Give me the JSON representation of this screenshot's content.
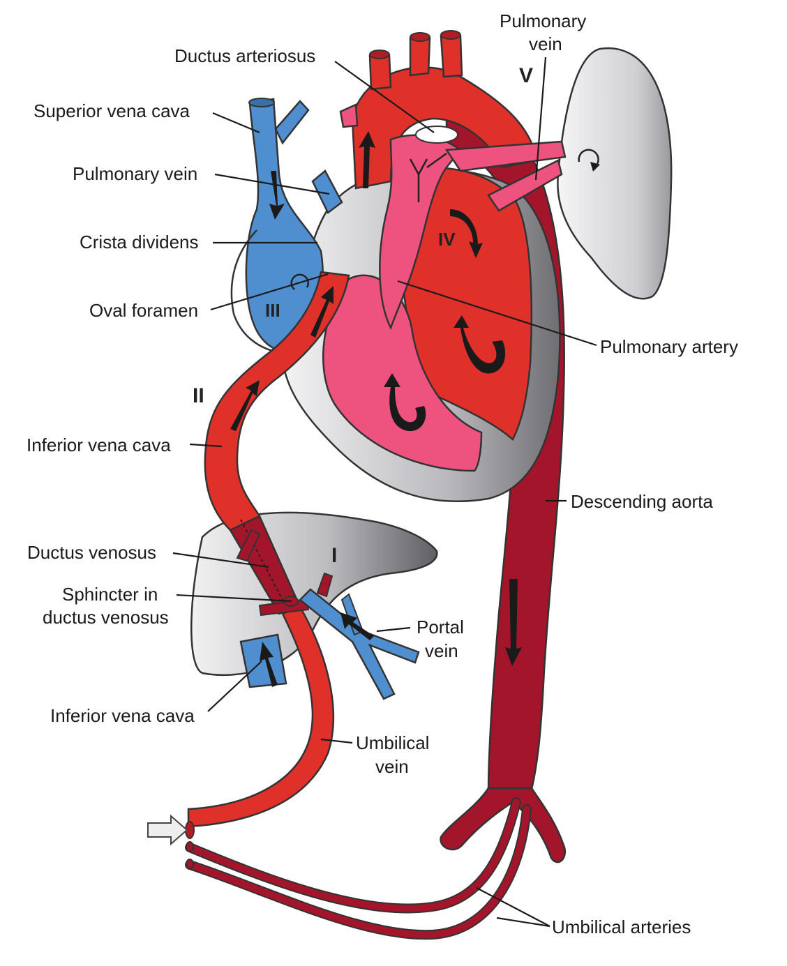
{
  "labels": {
    "ductus_arteriosus": "Ductus arteriosus",
    "pulmonary_vein_top_1": "Pulmonary",
    "pulmonary_vein_top_2": "vein",
    "superior_vena_cava": "Superior vena cava",
    "pulmonary_vein_left": "Pulmonary vein",
    "crista_dividens": "Crista dividens",
    "oval_foramen": "Oval foramen",
    "pulmonary_artery": "Pulmonary artery",
    "inferior_vena_cava_upper": "Inferior vena cava",
    "descending_aorta": "Descending aorta",
    "ductus_venosus": "Ductus venosus",
    "sphincter_1": "Sphincter in",
    "sphincter_2": "ductus venosus",
    "portal_vein_1": "Portal",
    "portal_vein_2": "vein",
    "inferior_vena_cava_lower": "Inferior vena cava",
    "umbilical_vein_1": "Umbilical",
    "umbilical_vein_2": "vein",
    "umbilical_arteries": "Umbilical arteries"
  },
  "markers": {
    "I": "I",
    "II": "II",
    "III": "III",
    "IV": "IV",
    "V": "V"
  },
  "colors": {
    "oxygenated": "#e0302a",
    "deoxygenated": "#4f8fcf",
    "mixed": "#ee5380",
    "arterial_dark": "#a3152a",
    "organ_gray": "#c9c9cb"
  }
}
